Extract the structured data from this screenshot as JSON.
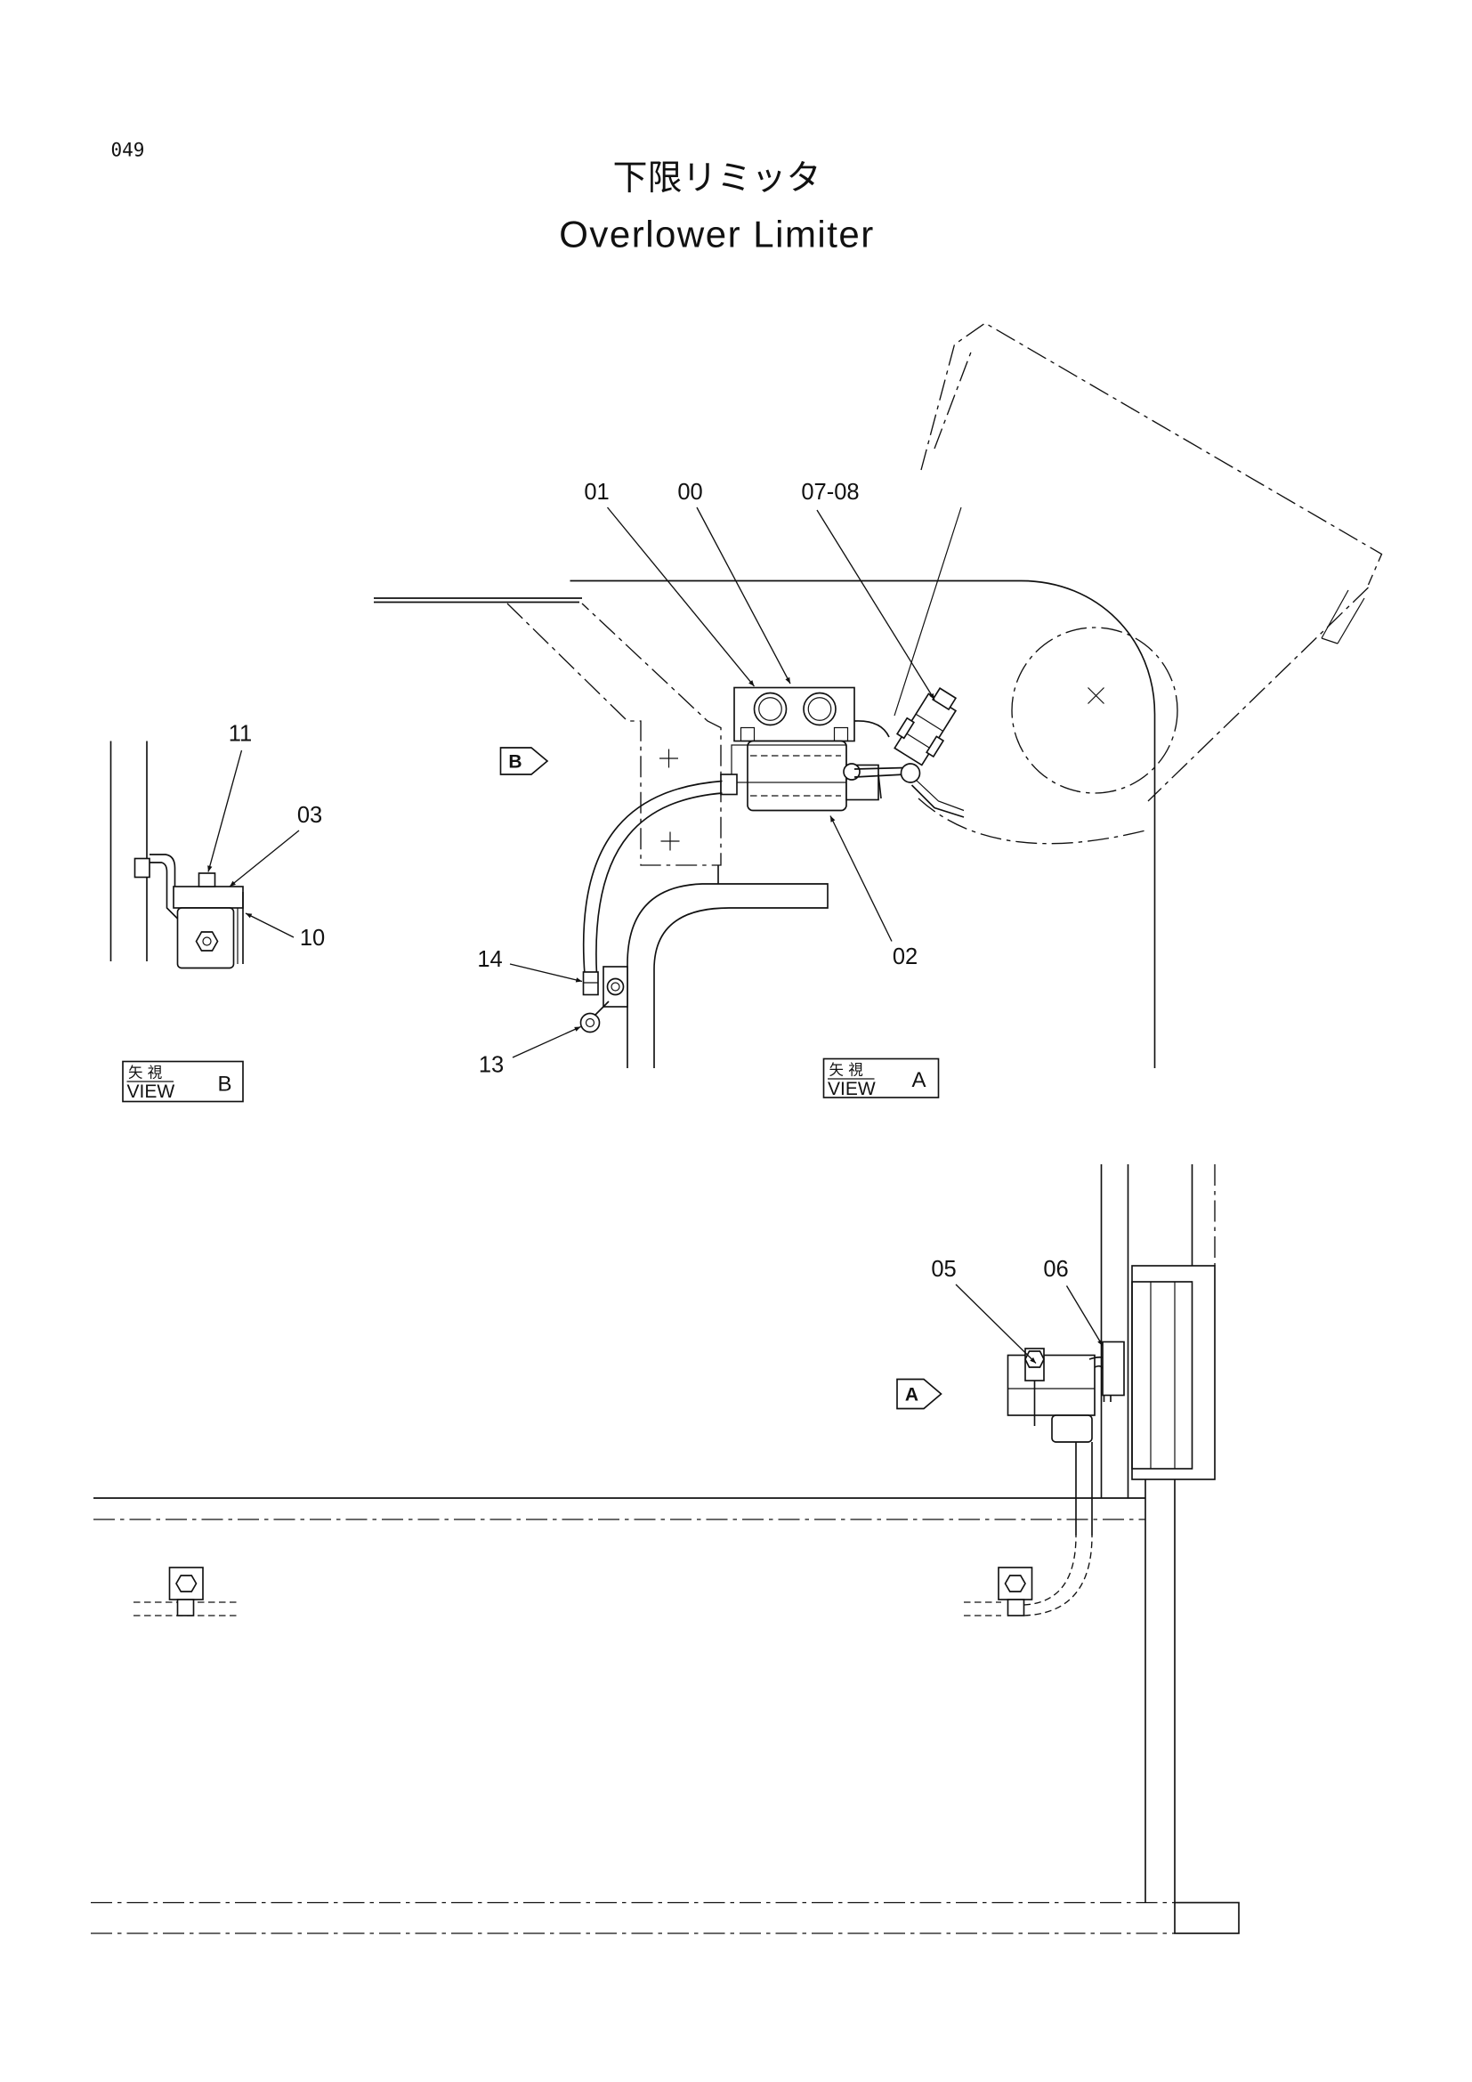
{
  "page_number": "049",
  "title": {
    "ja": "下限リミッタ",
    "en": "Overlower Limiter"
  },
  "view_labels": {
    "b": {
      "ja": "矢 視",
      "en": "VIEW",
      "letter": "B"
    },
    "a": {
      "ja": "矢 視",
      "en": "VIEW",
      "letter": "A"
    }
  },
  "view_markers": {
    "b": "B",
    "a": "A"
  },
  "part_numbers": {
    "p01": "01",
    "p00": "00",
    "p07_08": "07-08",
    "p02": "02",
    "p14": "14",
    "p13": "13",
    "p11": "11",
    "p03": "03",
    "p10": "10",
    "p05": "05",
    "p06": "06"
  }
}
